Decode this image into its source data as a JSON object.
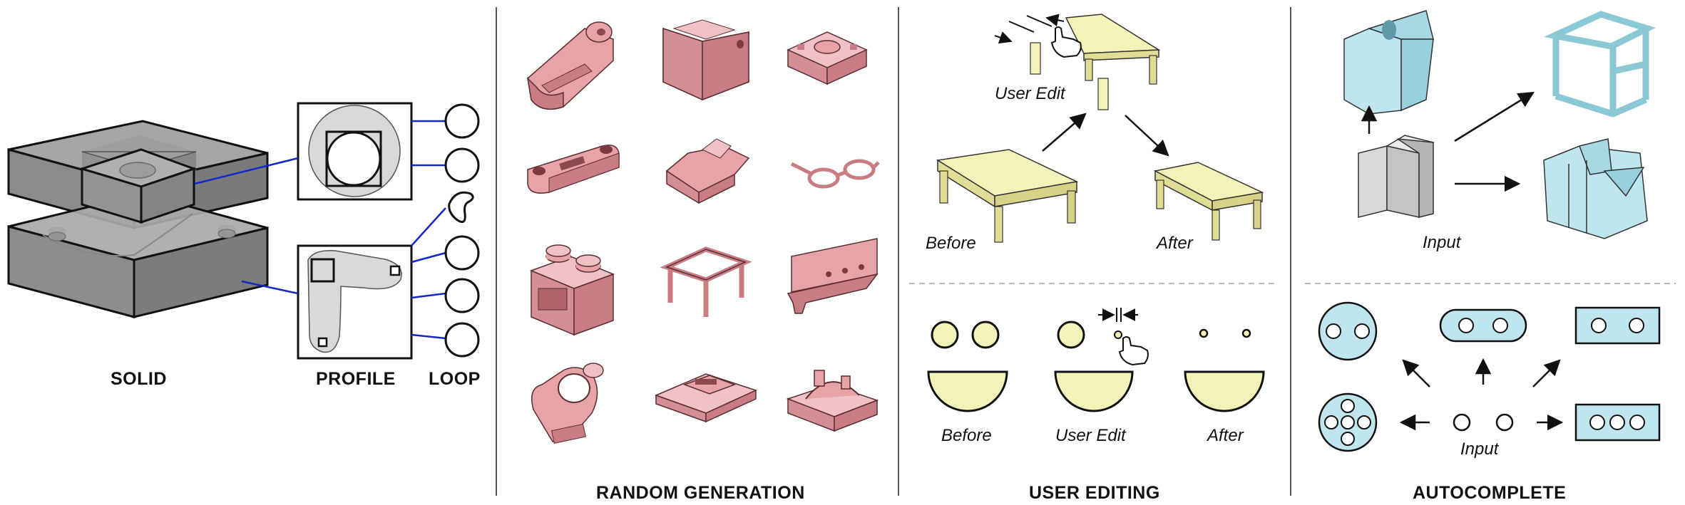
{
  "labels": {
    "solid": "SOLID",
    "profile": "PROFILE",
    "loop": "LOOP",
    "random_generation": "RANDOM GENERATION",
    "user_editing": "USER EDITING",
    "autocomplete": "AUTOCOMPLETE"
  },
  "editing": {
    "user_edit_top": "User Edit",
    "before_top": "Before",
    "after_top": "After",
    "before_bottom": "Before",
    "user_edit_bottom": "User Edit",
    "after_bottom": "After"
  },
  "autocomplete": {
    "input_top": "Input",
    "input_bottom": "Input"
  },
  "colors": {
    "solid_gray": "#8f8f8f",
    "profile_fill": "#d9d9d9",
    "loop_line": "#1428c8",
    "pink": "#e8a3a7",
    "yellow": "#f5f2b8",
    "blue": "#bfe6ee"
  }
}
